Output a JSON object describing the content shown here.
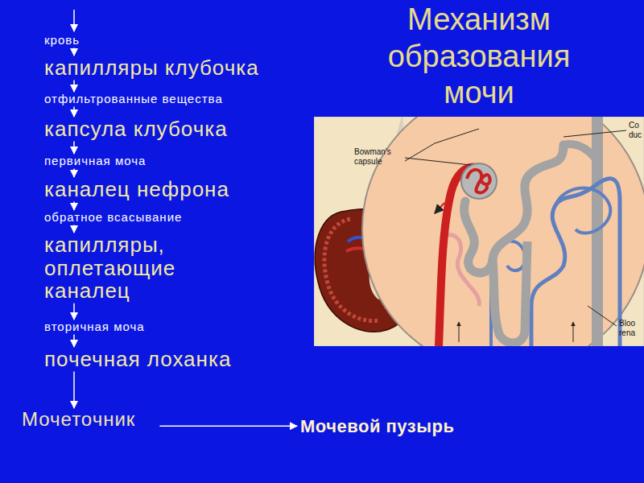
{
  "diagram": {
    "title": "Механизм образования мочи",
    "nodes": [
      {
        "text": [
          "кровь"
        ]
      },
      {
        "text": [
          "капилляры клубочка"
        ]
      },
      {
        "text": [
          "отфильтрованные вещества"
        ]
      },
      {
        "text": [
          "капсула клубочка"
        ]
      },
      {
        "text": [
          "первичная моча"
        ]
      },
      {
        "text": [
          "каналец нефрона"
        ]
      },
      {
        "text": [
          "обратное всасывание"
        ]
      },
      {
        "text": [
          "капилляры, оплетающие каналец"
        ]
      },
      {
        "text": [
          "вторичная моча"
        ]
      },
      {
        "text": [
          "почечная лоханка"
        ]
      },
      {
        "text": [
          "Мочеточник"
        ]
      },
      {
        "text": [
          "Мочевой пузырь"
        ]
      }
    ],
    "edges": [
      {
        "from": 0,
        "to": 1,
        "arrow": "to"
      },
      {
        "from": 1,
        "to": 2,
        "arrow": "to"
      },
      {
        "from": 2,
        "to": 3,
        "arrow": "to"
      },
      {
        "from": 3,
        "to": 4,
        "arrow": "to"
      },
      {
        "from": 4,
        "to": 5,
        "arrow": "to"
      },
      {
        "from": 5,
        "to": 6,
        "arrow": "to"
      },
      {
        "from": 6,
        "to": 7,
        "arrow": "to"
      },
      {
        "from": 7,
        "to": 8,
        "arrow": "to"
      },
      {
        "from": 8,
        "to": 9,
        "arrow": "to"
      },
      {
        "from": 9,
        "to": 10,
        "arrow": "to"
      },
      {
        "from": 10,
        "to": 11,
        "arrow": "to"
      }
    ],
    "labels": [
      "Bowman's capsule",
      "Co",
      "duc",
      "Bloo",
      "rena"
    ]
  }
}
